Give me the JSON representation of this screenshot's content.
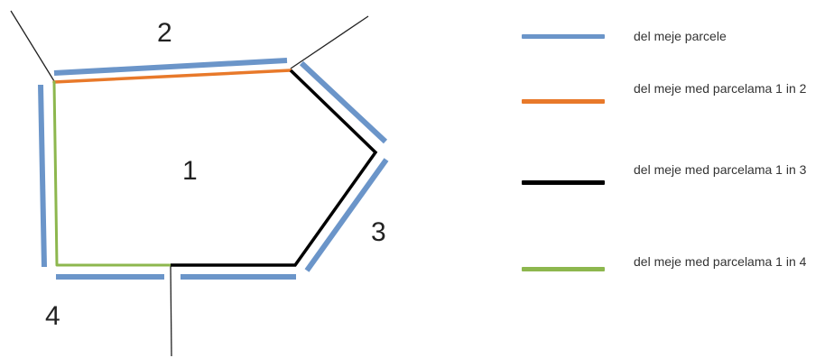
{
  "colors": {
    "parcel_border": "#6b95c9",
    "border_1_2": "#e8792a",
    "border_1_3": "#000000",
    "border_1_4": "#8db74e",
    "survey_line": "#222222"
  },
  "parcels": {
    "p1": "1",
    "p2": "2",
    "p3": "3",
    "p4": "4"
  },
  "legend": {
    "items": [
      {
        "id": "parcel_border",
        "label": "del meje parcele"
      },
      {
        "id": "border_1_2",
        "label": "del meje med parcelama 1 in 2"
      },
      {
        "id": "border_1_3",
        "label": "del meje med parcelama 1 in 3"
      },
      {
        "id": "border_1_4",
        "label": "del meje med parcelama 1 in 4"
      }
    ]
  }
}
